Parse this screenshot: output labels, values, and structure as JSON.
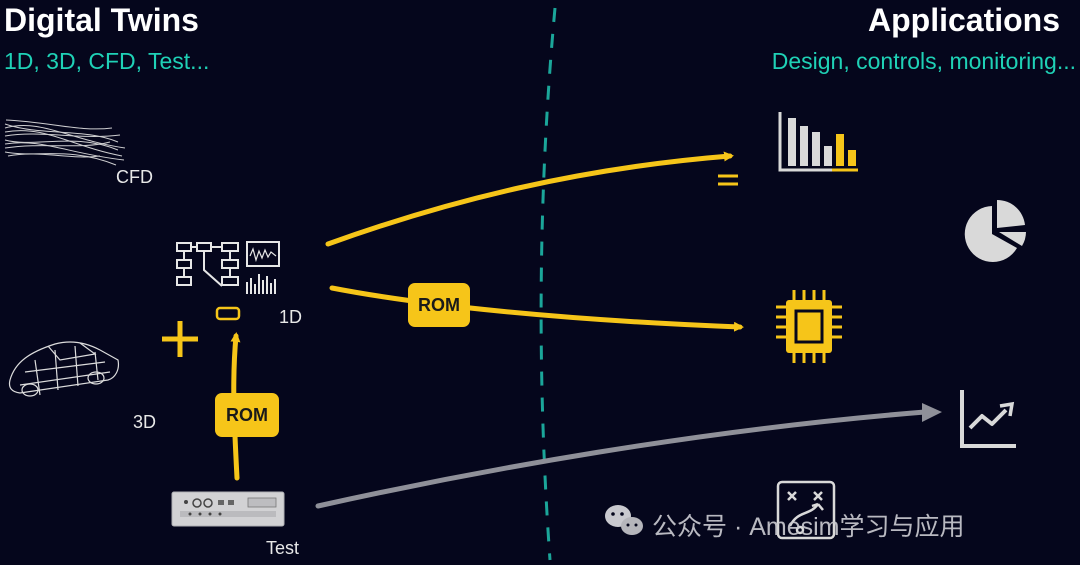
{
  "left": {
    "title": "Digital Twins",
    "subtitle": "1D, 3D, CFD, Test..."
  },
  "right": {
    "title": "Applications",
    "subtitle": "Design, controls, monitoring..."
  },
  "sources": {
    "cfd_label": "CFD",
    "one_d_label": "1D",
    "three_d_label": "3D",
    "test_label": "Test",
    "plus_sign": "+"
  },
  "rom_badges": {
    "vertical": "ROM",
    "horizontal": "ROM"
  },
  "watermark": {
    "text": "公众号 · Amesim学习与应用",
    "icon": "wechat-icon"
  },
  "icons": {
    "cfd": "cfd-streamlines-icon",
    "model_1d": "block-diagram-icon",
    "car_3d": "wireframe-car-icon",
    "test_rig": "test-bench-icon",
    "design": "bar-chart-icon",
    "equals": "equals-icon",
    "pie": "pie-chart-icon",
    "controls": "chip-icon",
    "monitoring": "trend-chart-icon",
    "strategy": "strategy-board-icon"
  },
  "colors": {
    "background": "#05061c",
    "accent_yellow": "#f6c519",
    "teal": "#1fd1b6",
    "gray_arrow": "#8f9099",
    "divider": "#1ba69a",
    "icon_gray": "#d9d9d9"
  }
}
